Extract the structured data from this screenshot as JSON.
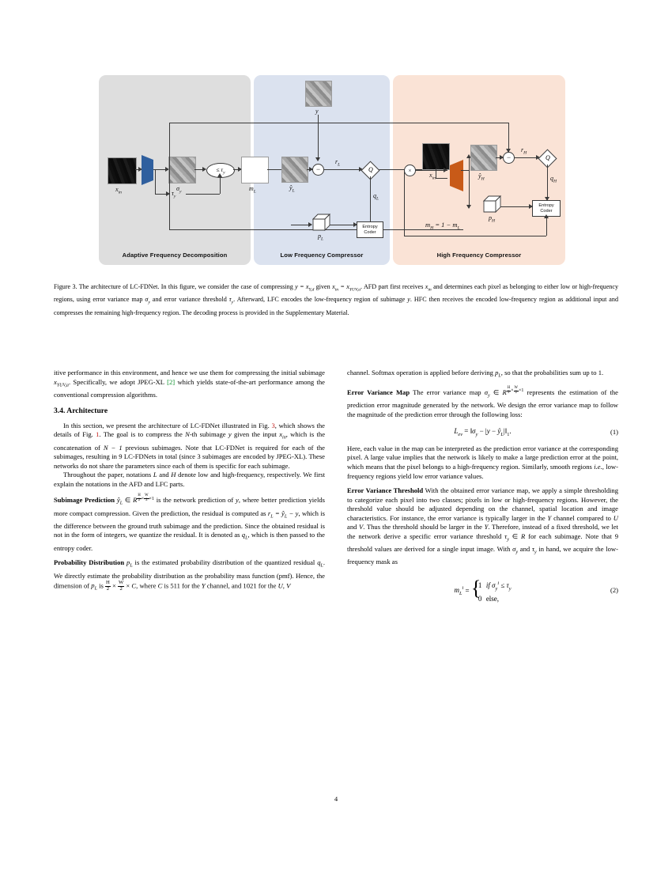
{
  "figure": {
    "panels": [
      {
        "id": "afd",
        "label": "Adaptive Frequency Decomposition",
        "color": "#dedede"
      },
      {
        "id": "lfc",
        "label": "Low Frequency Compressor",
        "color": "#dbe2ef"
      },
      {
        "id": "hfc",
        "label": "High Frequency Compressor",
        "color": "#fae3d6"
      }
    ],
    "labels": {
      "x_in_afd": "x",
      "x_in_afd_sub": "in",
      "sigma_y": "σ",
      "sigma_y_sub": "y",
      "tau_y": "τ",
      "tau_y_sub": "y",
      "threshold_op": "≤ τ",
      "threshold_op_sub": "y",
      "m_L": "m",
      "m_L_sub": "L",
      "y": "y",
      "y_hat_L": "ŷ",
      "y_hat_L_sub": "L",
      "r_L": "r",
      "r_L_sub": "L",
      "q_L": "q",
      "q_L_sub": "L",
      "p_L": "p",
      "p_L_sub": "L",
      "x_in_hfc": "x",
      "x_in_hfc_sub": "in",
      "y_hat_H": "ŷ",
      "y_hat_H_sub": "H",
      "r_H": "r",
      "r_H_sub": "H",
      "q_H": "q",
      "q_H_sub": "H",
      "p_H": "p",
      "p_H_sub": "H",
      "m_H_equation": "m",
      "m_H_equation_sub": "H",
      "m_H_equation_rest": " = 1 − m",
      "m_H_equation_rest_sub": "L",
      "quantizer": "Q",
      "subtract": "−",
      "multiply": "×",
      "entropy_coder_line1": "Entropy",
      "entropy_coder_line2": "Coder"
    },
    "colors": {
      "encoder_blue": "#2f5f9e",
      "encoder_orange": "#c85a18"
    }
  },
  "caption": {
    "figure_number": "Figure 3.",
    "text_1": " The architecture of LC-FDNet. In this figure, we consider the case of compressing ",
    "eq_1": "y = x",
    "eq_1_sub": "Y,d",
    "text_2": " given ",
    "eq_2": "x",
    "eq_2_sub": "in",
    "eq_2b": " = x",
    "eq_2b_sub": "YUV,a",
    "text_3": ". AFD part first receives ",
    "eq_3": "x",
    "eq_3_sub": "in",
    "text_4": " and determines each pixel as belonging to either low or high-frequency regions, using error variance map ",
    "eq_4": "σ",
    "eq_4_sub": "y",
    "text_5": " and error variance threshold ",
    "eq_5": "τ",
    "eq_5_sub": "y",
    "text_6": ". Afterward, LFC encodes the low-frequency region of subimage ",
    "eq_6": "y",
    "text_7": ". HFC then receives the encoded low-frequency region as additional input and compresses the remaining high-frequency region. The decoding process is provided in the Supplementary Material."
  },
  "left_column": {
    "para_continued_1": "itive performance in this environment, and hence we use them for compressing the initial subimage ",
    "para_continued_1_math": "x",
    "para_continued_1_math_sub": "YUV,a",
    "para_continued_1b": ". Specifically, we adopt JPEG-XL ",
    "citation": "[2]",
    "para_continued_1c": " which yields state-of-the-art performance among the conventional compression algorithms.",
    "section_heading": "3.4. Architecture",
    "para_arch_1a": "In this section, we present the architecture of LC-FDNet illustrated in Fig. ",
    "ref_fig3": "3",
    "para_arch_1b": ", which shows the details of Fig. ",
    "ref_fig1": "1",
    "para_arch_1c": ". The goal is to compress the ",
    "para_arch_1_N": "N",
    "para_arch_1d": "-th subimage ",
    "para_arch_1_y": "y",
    "para_arch_1e": " given the input ",
    "para_arch_1_xin": "x",
    "para_arch_1_xin_sub": "in",
    "para_arch_1f": ", which is the concatenation of ",
    "para_arch_1_Nm1": "N − 1",
    "para_arch_1g": " previous subimages. Note that LC-FDNet is required for each of the subimages, resulting in 9 LC-FDNets in total (since 3 subimages are encoded by JPEG-XL). These networks do not share the parameters since each of them is specific for each subimage.",
    "para_arch_2a": "Throughout the paper, notations ",
    "para_arch_2_L": "L",
    "para_arch_2b": " and ",
    "para_arch_2_H": "H",
    "para_arch_2c": " denote low and high-frequency, respectively. We first explain the notations in the AFD and LFC parts.",
    "subimage_heading": "Subimage Prediction",
    "subimage_math_var": "ŷ",
    "subimage_math_var_sub": "L",
    "subimage_math_in": " ∈ ",
    "subimage_math_R": "R",
    "subimage_math_dims_num1": "H",
    "subimage_math_dims_den1": "2",
    "subimage_math_times1": "×",
    "subimage_math_dims_num2": "W",
    "subimage_math_dims_den2": "2",
    "subimage_math_times2": "×1",
    "subimage_body_a": " is the network prediction of ",
    "subimage_body_y": "y",
    "subimage_body_b": ", where better prediction yields more compact compression. Given the prediction, the residual is computed as ",
    "subimage_body_r": "r",
    "subimage_body_r_sub": "L",
    "subimage_body_req": " = ŷ",
    "subimage_body_req_sub": "L",
    "subimage_body_req2": " − y",
    "subimage_body_c": ", which is the difference between the ground truth subimage and the prediction. Since the obtained residual is not in the form of integers, we quantize the residual. It is denoted as ",
    "subimage_body_q": "q",
    "subimage_body_q_sub": "L",
    "subimage_body_d": ", which is then passed to the entropy coder.",
    "prob_heading": "Probability Distribution",
    "prob_math_p": "p",
    "prob_math_p_sub": "L",
    "prob_body_a": " is the estimated probability distribution of the quantized residual ",
    "prob_math_q": "q",
    "prob_math_q_sub": "L",
    "prob_body_b": ". We directly estimate the probability distribution as the probability mass function (pmf). Hence, the dimension of ",
    "prob_math_p2": "p",
    "prob_math_p2_sub": "L",
    "prob_body_c": " is ",
    "prob_dim_num1": "H",
    "prob_dim_den1": "2",
    "prob_dim_times1": " × ",
    "prob_dim_num2": "W",
    "prob_dim_den2": "2",
    "prob_dim_times2": " × ",
    "prob_dim_C": "C",
    "prob_body_d": ", where ",
    "prob_body_C2": "C",
    "prob_body_e": " is 511 for the ",
    "prob_body_Y": "Y",
    "prob_body_f": " channel, and 1021 for the ",
    "prob_body_UV": "U, V"
  },
  "right_column": {
    "para_cont_a": "channel. Softmax operation is applied before deriving ",
    "para_cont_p": "p",
    "para_cont_p_sub": "L",
    "para_cont_b": ", so that the probabilities sum up to 1.",
    "evm_heading": "Error Variance Map",
    "evm_body_a": " The error variance map ",
    "evm_sigma": "σ",
    "evm_sigma_sub": "y",
    "evm_in": " ∈ ",
    "evm_R": "R",
    "evm_dim_num1": "H",
    "evm_dim_den1": "2",
    "evm_dim_times1": "×",
    "evm_dim_num2": "W",
    "evm_dim_den2": "2",
    "evm_dim_times2": "×1",
    "evm_body_b": " represents the estimation of the prediction error magnitude generated by the network. We design the error variance map to follow the magnitude of the prediction error through the following loss:",
    "equation_1": "L_ev = ‖σ_y − |y − ŷ_L|‖_1.",
    "equation_1_parts": {
      "L": "L",
      "L_sub": "ev",
      "eq": " = ‖",
      "sigma": "σ",
      "sigma_sub": "y",
      "minus": " − |",
      "y": "y",
      "minus2": " − ",
      "yhat": "ŷ",
      "yhat_sub": "L",
      "close": "|‖",
      "norm_sub": "1",
      "period": "."
    },
    "equation_1_number": "(1)",
    "evm_after_a": "Here, each value in the map can be interpreted as the prediction error variance at the corresponding pixel. A large value implies that the network is likely to make a large prediction error at the point, which means that the pixel belongs to a high-frequency region. Similarly, smooth regions ",
    "evm_after_ie": "i.e.",
    "evm_after_b": ", low-frequency regions yield low error variance values.",
    "evt_heading": "Error Variance Threshold",
    "evt_body_a": " With the obtained error variance map, we apply a simple thresholding to categorize each pixel into two classes; pixels in low or high-frequency regions. However, the threshold value should be adjusted depending on the channel, spatial location and image characteristics. For instance, the error variance is typically larger in the ",
    "evt_Y": "Y",
    "evt_body_b": " channel compared to ",
    "evt_U": "U",
    "evt_body_c": " and ",
    "evt_V": "V",
    "evt_body_d": ". Thus the threshold should be larger in the ",
    "evt_Y2": "Y",
    "evt_body_e": ". Therefore, instead of a fixed threshold, we let the network derive a specific error variance threshold ",
    "evt_tau": "τ",
    "evt_tau_sub": "y",
    "evt_in": " ∈ ",
    "evt_R": "R",
    "evt_body_f": " for each subimage. Note that 9 threshold values are derived for a single input image. With ",
    "evt_sigma": "σ",
    "evt_sigma_sub": "y",
    "evt_body_g": " and ",
    "evt_tau2": "τ",
    "evt_tau2_sub": "y",
    "evt_body_h": " in hand, we acquire the low-frequency mask as",
    "equation_2_parts": {
      "m": "m",
      "m_sub": "L",
      "m_sup": "i",
      "eq": " = ",
      "case1_val": "1",
      "case1_cond": "if σ",
      "case1_cond_sub": "y",
      "case1_cond_sup": "i",
      "case1_cond_rest": " ≤ τ",
      "case1_cond_rest_sub": "y",
      "case2_val": "0",
      "case2_cond": "else,"
    },
    "equation_2_number": "(2)"
  },
  "page_number": "4"
}
